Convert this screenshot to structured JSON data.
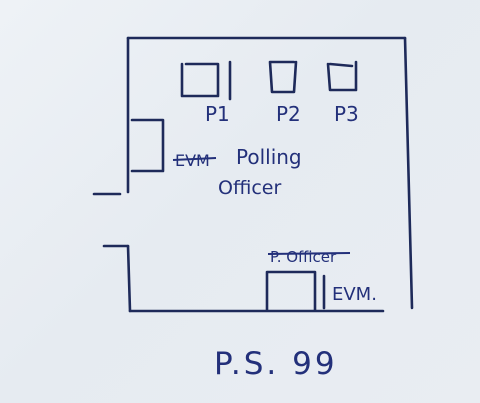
{
  "diagram": {
    "booths": [
      {
        "label": "P1"
      },
      {
        "label": "P2"
      },
      {
        "label": "P3"
      }
    ],
    "top_left_note": {
      "struck_text": "EVM",
      "text_line1": "Polling",
      "text_line2": "Officer"
    },
    "bottom_right_note": {
      "struck_text": "P. Officer",
      "evm_label": "EVM."
    },
    "caption": "P.S. 99",
    "colors": {
      "ink": "#23307a",
      "frame": "#1e2a5a",
      "paper": "#e9edf2"
    }
  }
}
